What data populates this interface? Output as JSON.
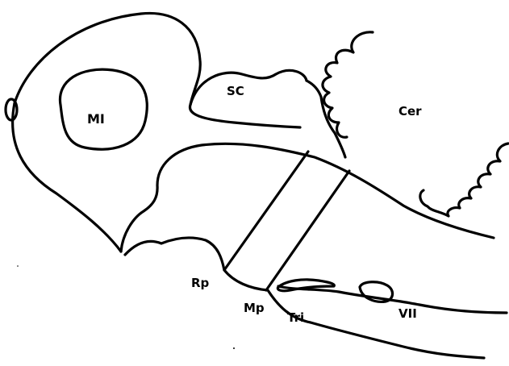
{
  "labels": {
    "mi": "MI",
    "sc": "SC",
    "cer": "Cer",
    "rp": "Rp",
    "mp": "Mp",
    "tri": "Tri",
    "vii": "VII"
  },
  "colors": {
    "stroke": "#000000",
    "background": "#ffffff"
  }
}
